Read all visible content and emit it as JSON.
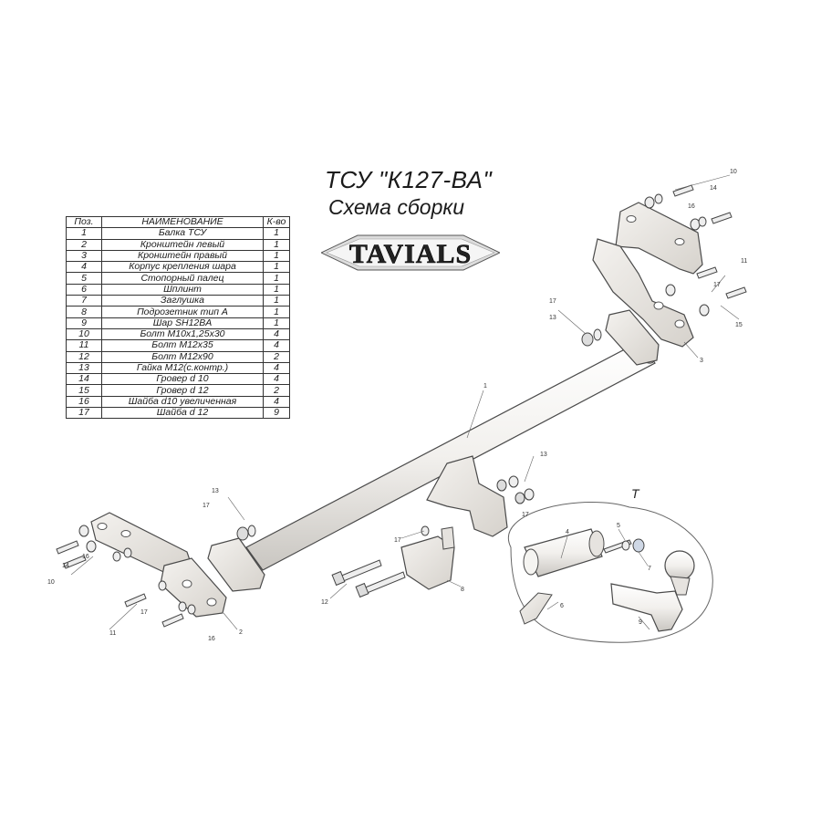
{
  "title": "ТСУ \"К127-ВА\"",
  "subtitle": "Схема сборки",
  "logo_text": "TAVIALS",
  "table": {
    "headers": [
      "Поз.",
      "НАИМЕНОВАНИЕ",
      "К-во"
    ],
    "rows": [
      {
        "pos": "1",
        "name": "Балка ТСУ",
        "qty": "1"
      },
      {
        "pos": "2",
        "name": "Кронштейн левый",
        "qty": "1"
      },
      {
        "pos": "3",
        "name": "Кронштейн правый",
        "qty": "1"
      },
      {
        "pos": "4",
        "name": "Корпус крепления шара",
        "qty": "1"
      },
      {
        "pos": "5",
        "name": "Стопорный палец",
        "qty": "1"
      },
      {
        "pos": "6",
        "name": "Шплинт",
        "qty": "1"
      },
      {
        "pos": "7",
        "name": "Заглушка",
        "qty": "1"
      },
      {
        "pos": "8",
        "name": "Подрозетник тип А",
        "qty": "1"
      },
      {
        "pos": "9",
        "name": "Шар SH12BA",
        "qty": "1"
      },
      {
        "pos": "10",
        "name": "Болт М10х1,25х30",
        "qty": "4"
      },
      {
        "pos": "11",
        "name": "Болт М12х35",
        "qty": "4"
      },
      {
        "pos": "12",
        "name": "Болт М12х90",
        "qty": "2"
      },
      {
        "pos": "13",
        "name": "Гайка М12(с.контр.)",
        "qty": "4"
      },
      {
        "pos": "14",
        "name": "Гровер d 10",
        "qty": "4"
      },
      {
        "pos": "15",
        "name": "Гровер d 12",
        "qty": "2"
      },
      {
        "pos": "16",
        "name": "Шайба d10 увеличенная",
        "qty": "4"
      },
      {
        "pos": "17",
        "name": "Шайба d 12",
        "qty": "9"
      }
    ]
  },
  "callouts": {
    "beam": "1",
    "left_bracket": "2",
    "right_bracket": "3",
    "ball_housing": "4",
    "stop_pin": "5",
    "cotter_pin": "6",
    "plug": "7",
    "socket_plate": "8",
    "ball": "9",
    "bolt_m10": "10",
    "bolt_m12x35": "11",
    "bolt_m12x90": "12",
    "nut": "13",
    "grover_10": "14",
    "grover_12": "15",
    "washer_10": "16",
    "washer_12": "17",
    "detail_T": "T"
  },
  "colors": {
    "part_fill": "#efedea",
    "part_stroke": "#4a4a4a",
    "text": "#1a1a1a"
  }
}
